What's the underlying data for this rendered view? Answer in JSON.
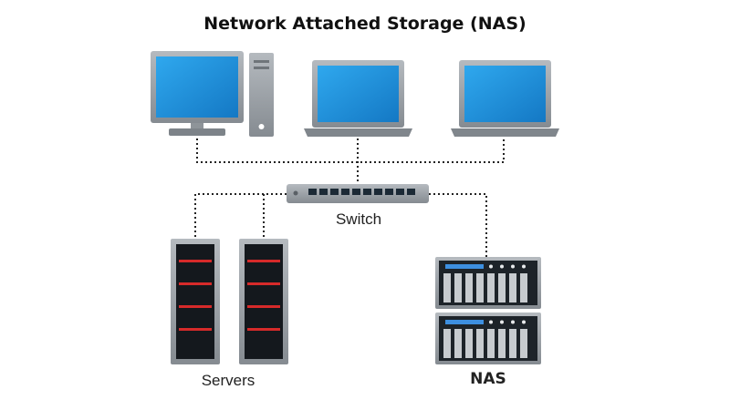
{
  "title": "Network Attached Storage (NAS)",
  "labels": {
    "switch": "Switch",
    "servers": "Servers",
    "nas": "NAS"
  },
  "colors": {
    "screen": "#1e8fdc",
    "screen_bezel": "#9aa0a6",
    "device_grey": "#8e9499",
    "server_stripe": "#d62a2a",
    "nas_accent": "#3d8fe0",
    "link_line": "#222222"
  },
  "icons": [
    "desktop-computer-icon",
    "laptop-icon",
    "network-switch-icon",
    "server-rack-icon",
    "nas-storage-icon"
  ]
}
